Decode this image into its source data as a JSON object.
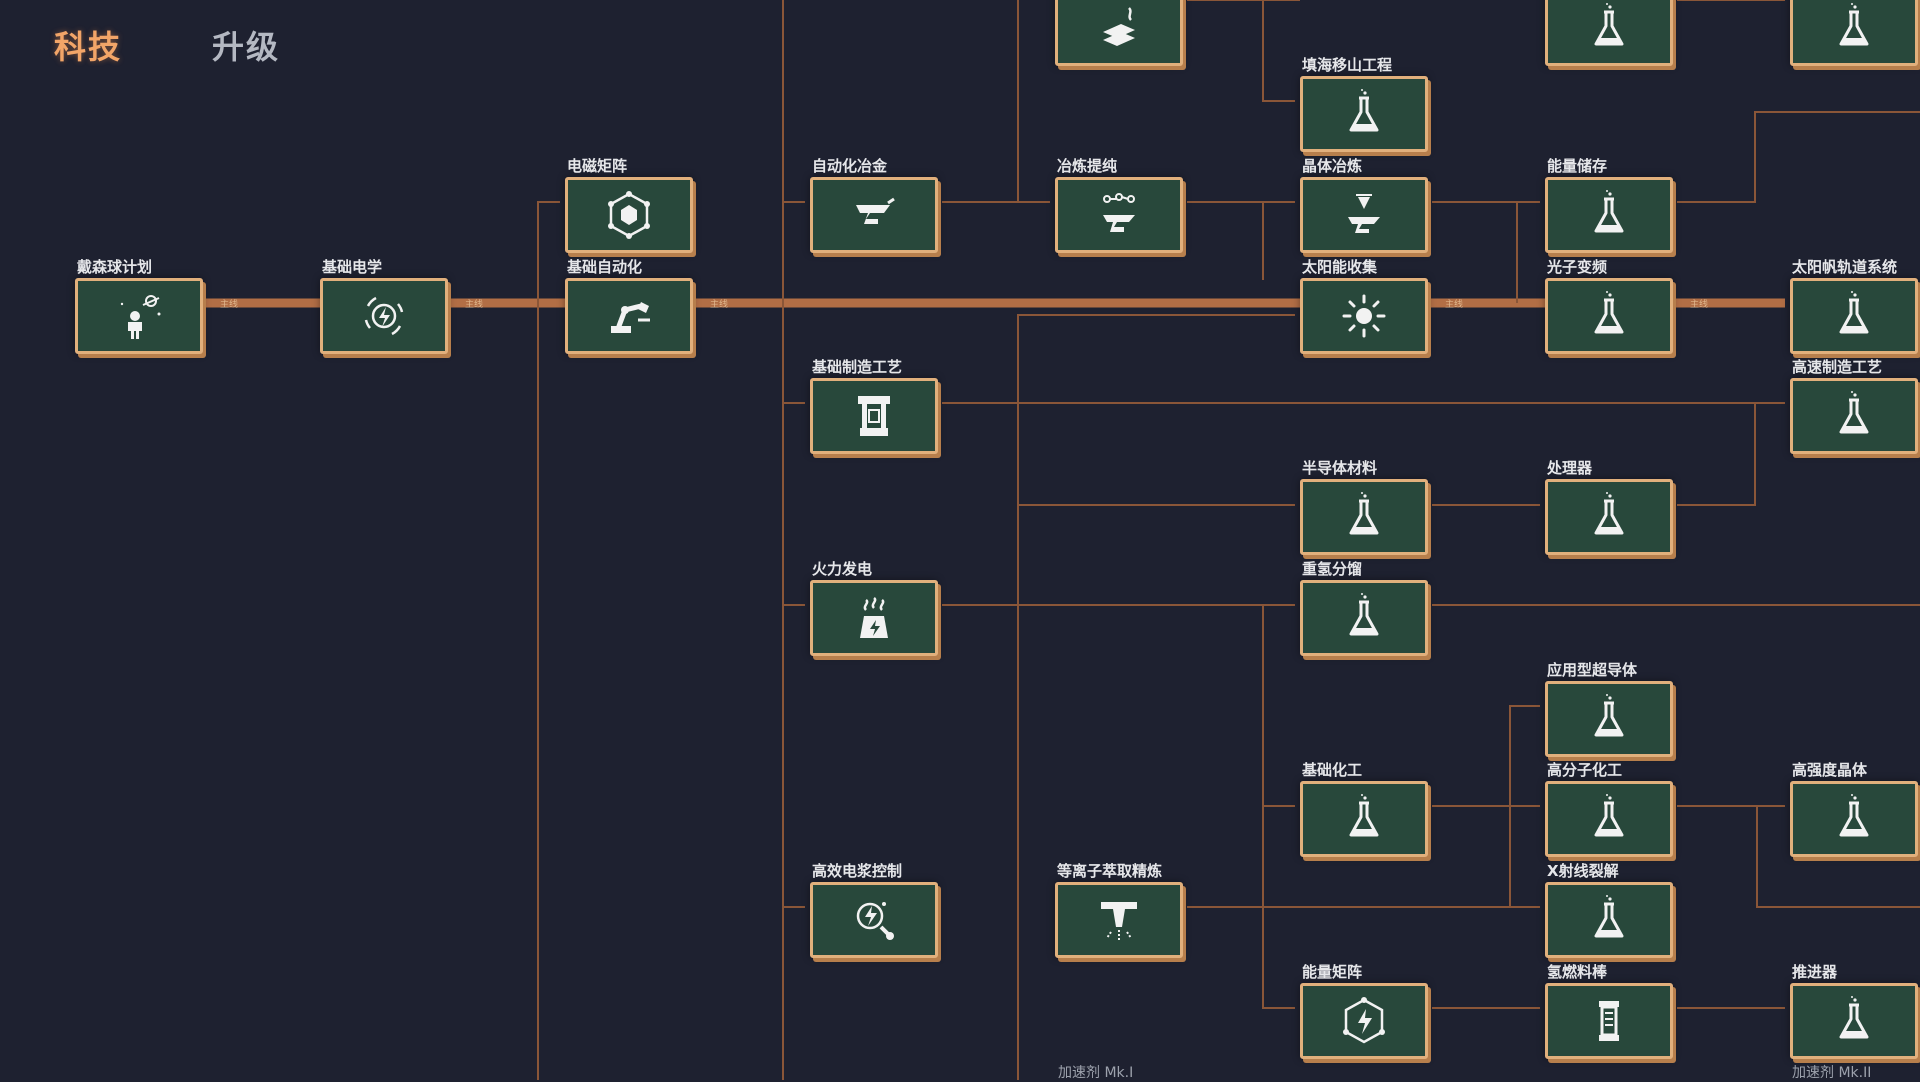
{
  "tabs": [
    {
      "label": "科技",
      "active": true
    },
    {
      "label": "升级",
      "active": false
    }
  ],
  "colors": {
    "background": "#1e2130",
    "node_fill": "#28483b",
    "node_border": "#e1b07c",
    "main_line": "#b26e45",
    "thin_line": "#8a5638",
    "active_tab": "#f2a568"
  },
  "main_chain_labels": [
    "主线",
    "主线",
    "主线",
    "主线",
    "主线",
    "主线"
  ],
  "nodes": [
    {
      "id": "top-a",
      "label": "",
      "icon": "alloy-icon"
    },
    {
      "id": "top-b",
      "label": "",
      "icon": "flask-icon"
    },
    {
      "id": "top-c",
      "label": "",
      "icon": "flask-icon"
    },
    {
      "id": "terraform",
      "label": "填海移山工程",
      "icon": "flask-icon"
    },
    {
      "id": "em-matrix",
      "label": "电磁矩阵",
      "icon": "matrix-icon"
    },
    {
      "id": "auto-metal",
      "label": "自动化冶金",
      "icon": "anvil-icon"
    },
    {
      "id": "smelt-purify",
      "label": "冶炼提纯",
      "icon": "anvil-molecule-icon"
    },
    {
      "id": "crystal-smelt",
      "label": "晶体冶炼",
      "icon": "anvil-crystal-icon"
    },
    {
      "id": "energy-storage",
      "label": "能量储存",
      "icon": "flask-icon"
    },
    {
      "id": "dyson",
      "label": "戴森球计划",
      "icon": "astronaut-icon"
    },
    {
      "id": "basic-elec",
      "label": "基础电学",
      "icon": "electric-icon"
    },
    {
      "id": "basic-auto",
      "label": "基础自动化",
      "icon": "robot-arm-icon"
    },
    {
      "id": "solar",
      "label": "太阳能收集",
      "icon": "sun-icon"
    },
    {
      "id": "photon",
      "label": "光子变频",
      "icon": "flask-icon"
    },
    {
      "id": "solar-sail",
      "label": "太阳帆轨道系统",
      "icon": "flask-icon"
    },
    {
      "id": "basic-mfg",
      "label": "基础制造工艺",
      "icon": "assembler-icon"
    },
    {
      "id": "hs-mfg",
      "label": "高速制造工艺",
      "icon": "flask-icon"
    },
    {
      "id": "semiconductor",
      "label": "半导体材料",
      "icon": "flask-icon"
    },
    {
      "id": "processor",
      "label": "处理器",
      "icon": "flask-icon"
    },
    {
      "id": "thermal",
      "label": "火力发电",
      "icon": "power-plant-icon"
    },
    {
      "id": "heavy-h",
      "label": "重氢分馏",
      "icon": "flask-icon"
    },
    {
      "id": "superconductor",
      "label": "应用型超导体",
      "icon": "flask-icon"
    },
    {
      "id": "basic-chem",
      "label": "基础化工",
      "icon": "flask-icon"
    },
    {
      "id": "polymer",
      "label": "高分子化工",
      "icon": "flask-icon"
    },
    {
      "id": "hs-crystal",
      "label": "高强度晶体",
      "icon": "flask-icon"
    },
    {
      "id": "plasma-control",
      "label": "高效电浆控制",
      "icon": "plasma-icon"
    },
    {
      "id": "plasma-refine",
      "label": "等离子萃取精炼",
      "icon": "refinery-icon"
    },
    {
      "id": "xray",
      "label": "X射线裂解",
      "icon": "flask-icon"
    },
    {
      "id": "energy-matrix",
      "label": "能量矩阵",
      "icon": "energy-matrix-icon"
    },
    {
      "id": "h-fuel",
      "label": "氢燃料棒",
      "icon": "fuel-rod-icon"
    },
    {
      "id": "thruster",
      "label": "推进器",
      "icon": "flask-icon"
    }
  ],
  "footer_labels": [
    "加速剂 Mk.I",
    "加速剂 Mk.II"
  ]
}
